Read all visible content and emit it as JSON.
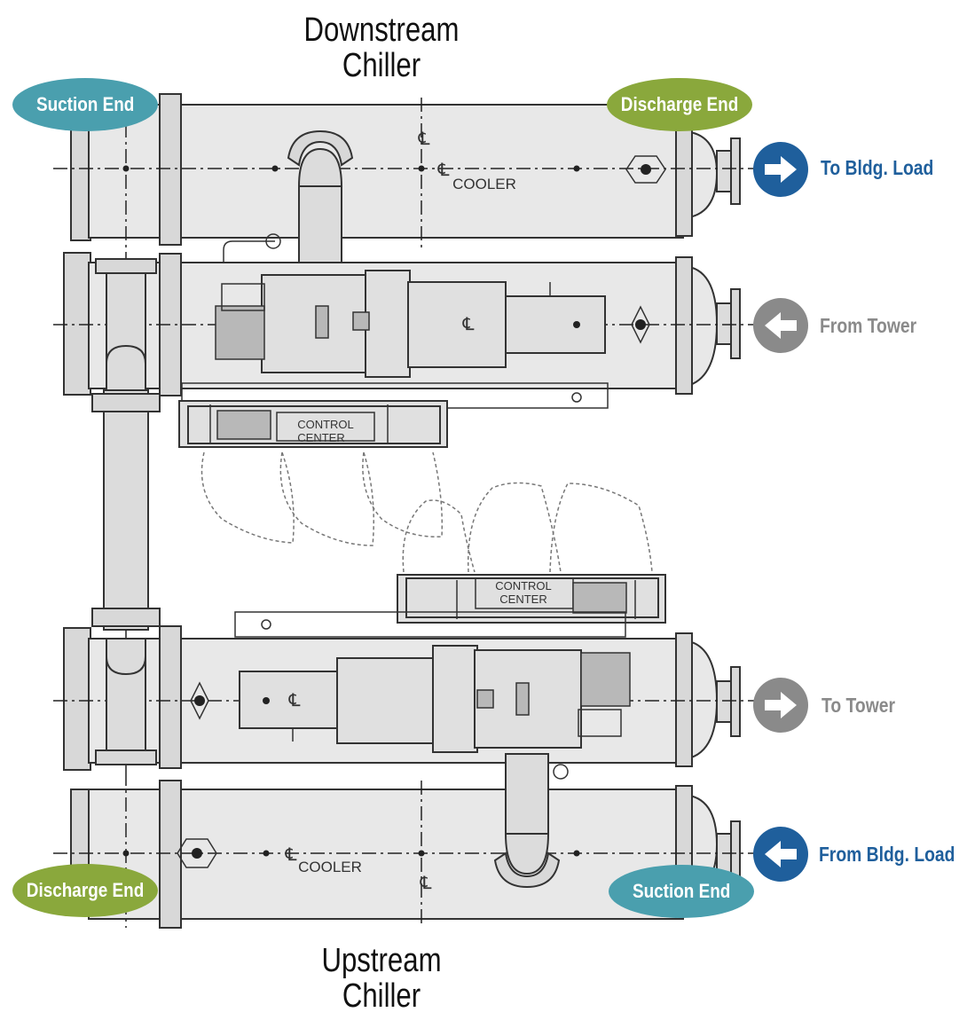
{
  "titles": {
    "downstream_line1": "Downstream",
    "downstream_line2": "Chiller",
    "upstream_line1": "Upstream",
    "upstream_line2": "Chiller"
  },
  "end_labels": {
    "top_left": "Suction End",
    "top_right": "Discharge End",
    "bottom_left": "Discharge End",
    "bottom_right": "Suction End"
  },
  "flows": {
    "to_bldg_load": "To Bldg. Load",
    "from_tower": "From Tower",
    "to_tower": "To Tower",
    "from_bldg_load": "From Bldg. Load"
  },
  "drawing_labels": {
    "cooler_top": "COOLER",
    "cooler_bottom": "COOLER",
    "control_center_top_1": "CONTROL",
    "control_center_top_2": "CENTER",
    "control_center_bottom_1": "CONTROL",
    "control_center_bottom_2": "CENTER",
    "centerline_symbol": "℄"
  },
  "colors": {
    "suction_end": "#4a9fae",
    "discharge_end": "#8aa83c",
    "bldg_load": "#1f5f9c",
    "tower": "#8a8a8a",
    "shell_fill": "#e6e6e6",
    "line": "#333333"
  },
  "icons": {
    "right_arrow": "arrow-right-icon",
    "left_arrow": "arrow-left-icon"
  }
}
